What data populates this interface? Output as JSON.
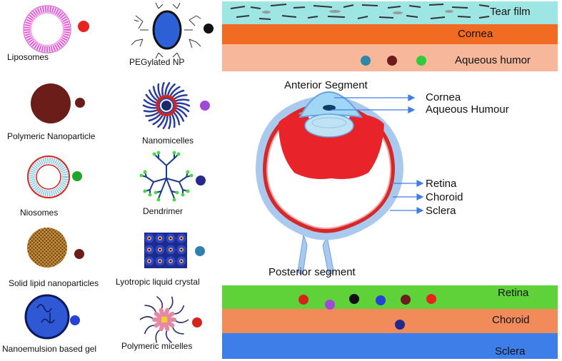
{
  "nanocarriers_left": [
    {
      "label": "Liposomes",
      "icon": "liposome-icon",
      "dot_color": "#e8231e"
    },
    {
      "label": "Polymeric Nanoparticle",
      "icon": "polymeric-nanoparticle-icon",
      "dot_color": "#6b1d1a"
    },
    {
      "label": "Niosomes",
      "icon": "niosome-icon",
      "dot_color": "#1ea52a"
    },
    {
      "label": "Solid lipid nanoparticles",
      "icon": "solid-lipid-nanoparticle-icon",
      "dot_color": "#6b1d1a"
    },
    {
      "label": "Nanoemulsion based gel",
      "icon": "nanoemulsion-gel-icon",
      "dot_color": "#2740d6"
    }
  ],
  "nanocarriers_right": [
    {
      "label": "PEGylated NP",
      "icon": "pegylated-np-icon",
      "dot_color": "#111111"
    },
    {
      "label": "Nanomicelles",
      "icon": "nanomicelle-icon",
      "dot_color": "#a24ad8"
    },
    {
      "label": "Dendrimer",
      "icon": "dendrimer-icon",
      "dot_color": "#232a8c"
    },
    {
      "label": "Lyotropic liquid crystal",
      "icon": "lyotropic-liquid-crystal-icon",
      "dot_color": "#2f7fb0"
    },
    {
      "label": "Polymeric micelles",
      "icon": "polymeric-micelle-icon",
      "dot_color": "#d6231c"
    }
  ],
  "anterior_layers": [
    {
      "label": "Tear film",
      "color": "#9ee6e3"
    },
    {
      "label": "Cornea",
      "color": "#f26b22"
    },
    {
      "label": "Aqueous humor",
      "color": "#f7b79b"
    }
  ],
  "anterior_dots": [
    "#2e86a8",
    "#6b1d1a",
    "#2ecc3a"
  ],
  "eye": {
    "anterior_title": "Anterior Segment",
    "posterior_title": "Posterior segment",
    "front_labels": [
      "Cornea",
      "Aqueous Humour"
    ],
    "back_labels": [
      "Retina",
      "Choroid",
      "Sclera"
    ]
  },
  "posterior_layers": [
    {
      "label": "Retina",
      "color": "#5fd23a"
    },
    {
      "label": "Choroid",
      "color": "#f28b5a"
    },
    {
      "label": "Sclera",
      "color": "#3d7ee8"
    }
  ],
  "retina_dots": [
    "#d6231c",
    "#a24ad8",
    "#111111",
    "#2740d6",
    "#6b1d1a",
    "#e8231e"
  ],
  "choroid_dots": [
    "#232a8c"
  ]
}
